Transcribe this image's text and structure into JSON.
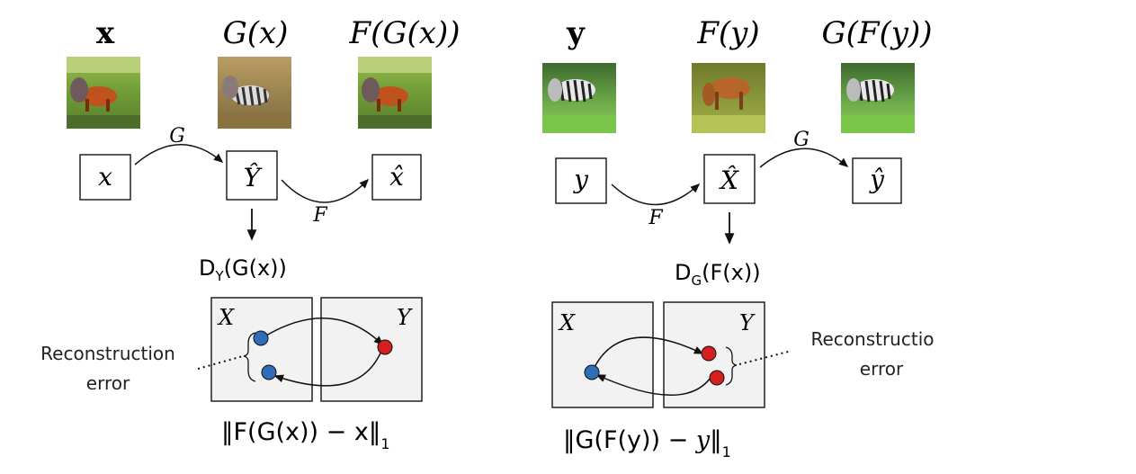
{
  "left": {
    "headers": [
      "x",
      "G(x)",
      "F(G(x))"
    ],
    "thumbnails": [
      "horse photo",
      "zebra-like horse photo",
      "reconstructed horse photo"
    ],
    "nodes": [
      "x",
      "Ŷ",
      "x̂"
    ],
    "edges": [
      "G",
      "F"
    ],
    "discriminator": "DY(G(x))",
    "box_labels": [
      "X",
      "Y"
    ],
    "side_label": [
      "Reconstruction",
      "error"
    ],
    "formula": "‖F(G(x)) − x‖1"
  },
  "right": {
    "headers": [
      "y",
      "F(y)",
      "G(F(y))"
    ],
    "thumbnails": [
      "zebra photo",
      "horse-like zebra photo",
      "reconstructed zebra photo"
    ],
    "nodes": [
      "y",
      "X̂",
      "ŷ"
    ],
    "edges": [
      "F",
      "G"
    ],
    "discriminator": "DG(F(x))",
    "box_labels": [
      "X",
      "Y"
    ],
    "side_label": [
      "Reconstructio",
      "error"
    ],
    "formula": "‖G(F(y)) − y‖1"
  },
  "colors": {
    "blue_dot": "#2f6db8",
    "red_dot": "#d62020",
    "box_fill": "#f2f2f2"
  }
}
